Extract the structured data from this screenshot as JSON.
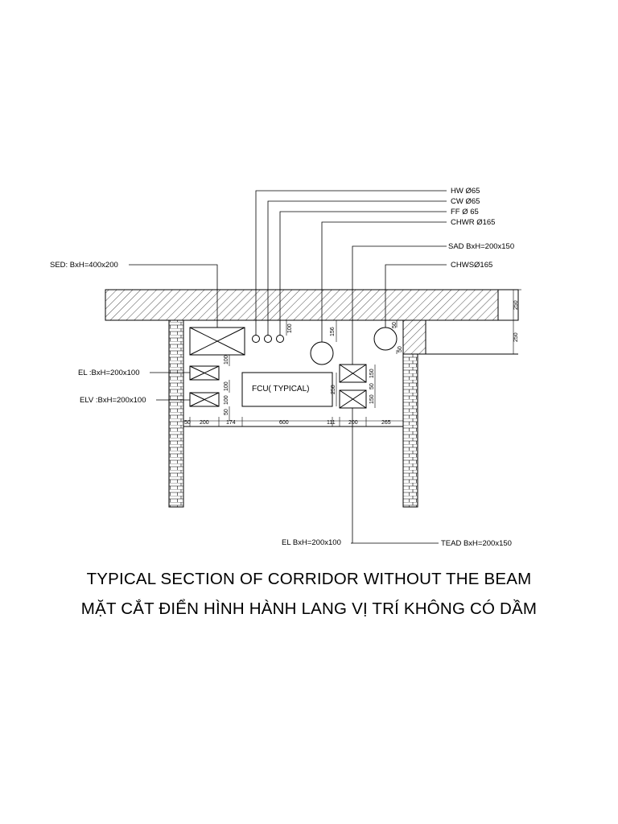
{
  "labels": {
    "hw": "HW Ø65",
    "cw": "CW Ø65",
    "ff": "FF Ø 65",
    "chwr": "CHWR Ø165",
    "sad": "SAD BxH=200x150",
    "chws": "CHWSØ165",
    "sed": "SED: BxH=400x200",
    "el_left": "EL :BxH=200x100",
    "elv": "ELV :BxH=200x100",
    "fcu": "FCU( TYPICAL)",
    "el_bottom": "EL BxH=200x100",
    "tead": "TEAD BxH=200x150"
  },
  "dimensions": {
    "slab": "250",
    "beam": "250",
    "pipe_gap": "100",
    "chwr_gap": "156",
    "chws_gap_top": "50",
    "chws_gap_bottom": "50",
    "sed_gap": "100",
    "el_gap": "100",
    "elv_gap": "100",
    "elv_gap2": "50",
    "fcu_height": "250",
    "sad_height": "150",
    "sad_gap": "50",
    "tead_height": "150",
    "wall_gap": "50",
    "tray_width": "200",
    "gap_174": "174",
    "fcu_width": "600",
    "gap_111": "111",
    "duct_width": "200",
    "gap_265": "265"
  },
  "titles": {
    "english": "TYPICAL SECTION OF CORRIDOR WITHOUT THE BEAM",
    "vietnamese": "MẶT CẮT ĐIỂN HÌNH HÀNH LANG VỊ TRÍ KHÔNG CÓ DẦM"
  }
}
